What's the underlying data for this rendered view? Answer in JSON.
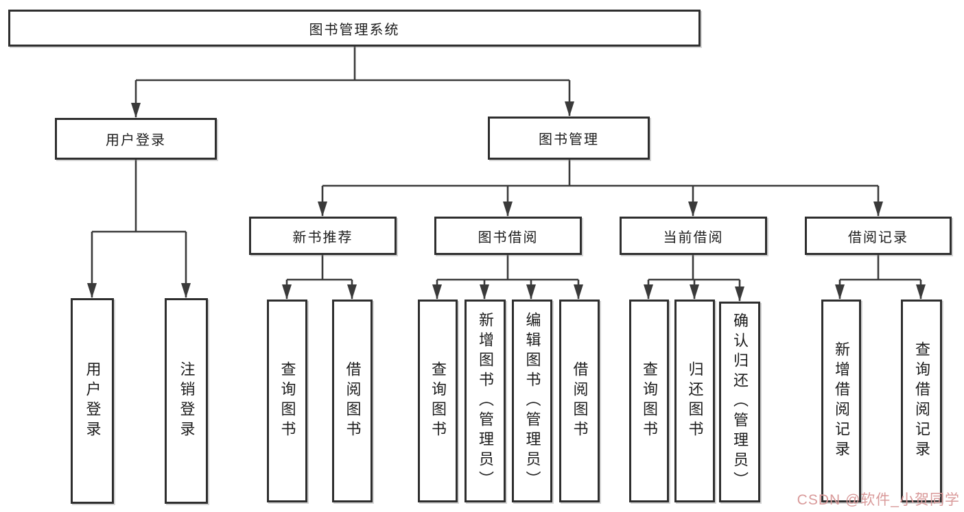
{
  "tree": {
    "label": "图书管理系统",
    "children": [
      {
        "label": "用户登录",
        "children": [
          {
            "label": "用户登录"
          },
          {
            "label": "注销登录"
          }
        ]
      },
      {
        "label": "图书管理",
        "children": [
          {
            "label": "新书推荐",
            "children": [
              {
                "label": "查询图书"
              },
              {
                "label": "借阅图书"
              }
            ]
          },
          {
            "label": "图书借阅",
            "children": [
              {
                "label": "查询图书"
              },
              {
                "label": "新增图书（管理员）"
              },
              {
                "label": "编辑图书（管理员）"
              },
              {
                "label": "借阅图书"
              }
            ]
          },
          {
            "label": "当前借阅",
            "children": [
              {
                "label": "查询图书"
              },
              {
                "label": "归还图书"
              },
              {
                "label": "确认归还（管理员）"
              }
            ]
          },
          {
            "label": "借阅记录",
            "children": [
              {
                "label": "新增借阅记录"
              },
              {
                "label": "查询借阅记录"
              }
            ]
          }
        ]
      }
    ]
  },
  "watermark": {
    "text": "CSDN @软件_小贺同学"
  },
  "colors": {
    "line": "#3a3a3a",
    "border": "#2e2e2e",
    "text": "#1c1c1c",
    "watermark": "#d99a9a",
    "background": "#ffffff"
  }
}
